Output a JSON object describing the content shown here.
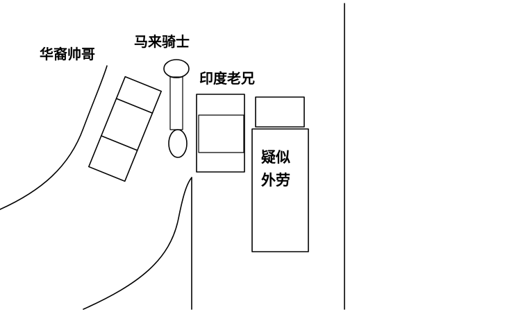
{
  "diagram": {
    "labels": {
      "huayi": "华裔帅哥",
      "malai": "马来骑士",
      "yindu": "印度老兄",
      "waild_line1": "疑似",
      "waild_line2": "外劳"
    },
    "colors": {
      "background": "#ffffff",
      "ink": "#000000"
    }
  }
}
